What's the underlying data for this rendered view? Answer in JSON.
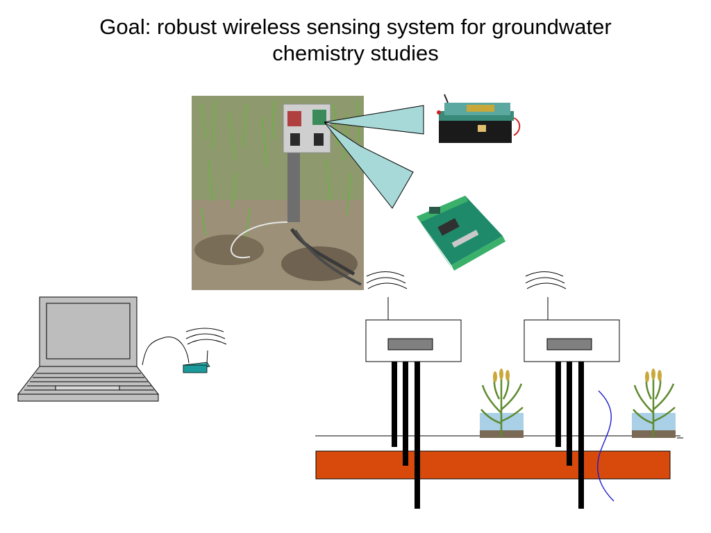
{
  "title": {
    "line1": "Goal: robust wireless sensing system for groundwater",
    "line2": "chemistry studies"
  },
  "icons": {
    "field_photo": "field-deployment-photo",
    "mote_board": "sensor-mote-board-photo",
    "interface_board": "interface-board-photo",
    "laptop": "laptop-icon",
    "base_station": "base-station-icon",
    "signal": "wireless-signal-icon",
    "sensor_node": "sensor-node-icon",
    "plant": "plant-icon",
    "water_table": "water-table-curve"
  },
  "colors": {
    "callout": "#a8d9d9",
    "clay_layer": "#d84a0c",
    "base_station": "#1a9a9a",
    "water_curve": "#1a1ad0",
    "laptop_body": "#c0c0c0"
  }
}
